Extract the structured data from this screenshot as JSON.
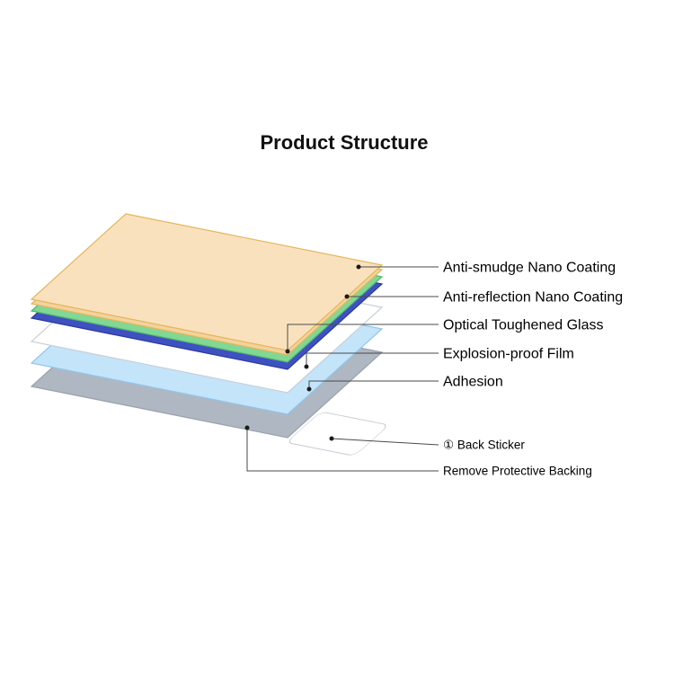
{
  "title": "Product Structure",
  "labels": [
    "Anti-smudge Nano Coating",
    "Anti-reflection Nano Coating",
    "Optical Toughened Glass",
    "Explosion-proof Film",
    "Adhesion",
    "① Back Sticker",
    "Remove Protective Backing"
  ],
  "layers": [
    {
      "name": "anti-smudge-nano-coating",
      "fill": "#FAE1BE",
      "edge": "#F3D29C",
      "stroke": "#E3B65A"
    },
    {
      "name": "anti-reflection-nano-coating",
      "fill": "#82D793",
      "stroke": "#4FB96C"
    },
    {
      "name": "optical-toughened-glass",
      "fill": "#3F51C1",
      "stroke": "#2B3A9B"
    },
    {
      "name": "explosion-proof-film",
      "fill": "#FFFFFF",
      "stroke": "#C9CFD8"
    },
    {
      "name": "adhesion",
      "fill": "#C4E4FA",
      "stroke": "#8FC6EB"
    },
    {
      "name": "remove-protective-backing",
      "fill": "#AFB7C2",
      "stroke": "#99A1AC"
    },
    {
      "name": "back-sticker",
      "fill": "#FFFFFF",
      "stroke": "#C6CBD4"
    }
  ],
  "colors": {
    "background": "#FFFFFF",
    "text": "#000000",
    "leader_line": "#4A4A4A"
  }
}
